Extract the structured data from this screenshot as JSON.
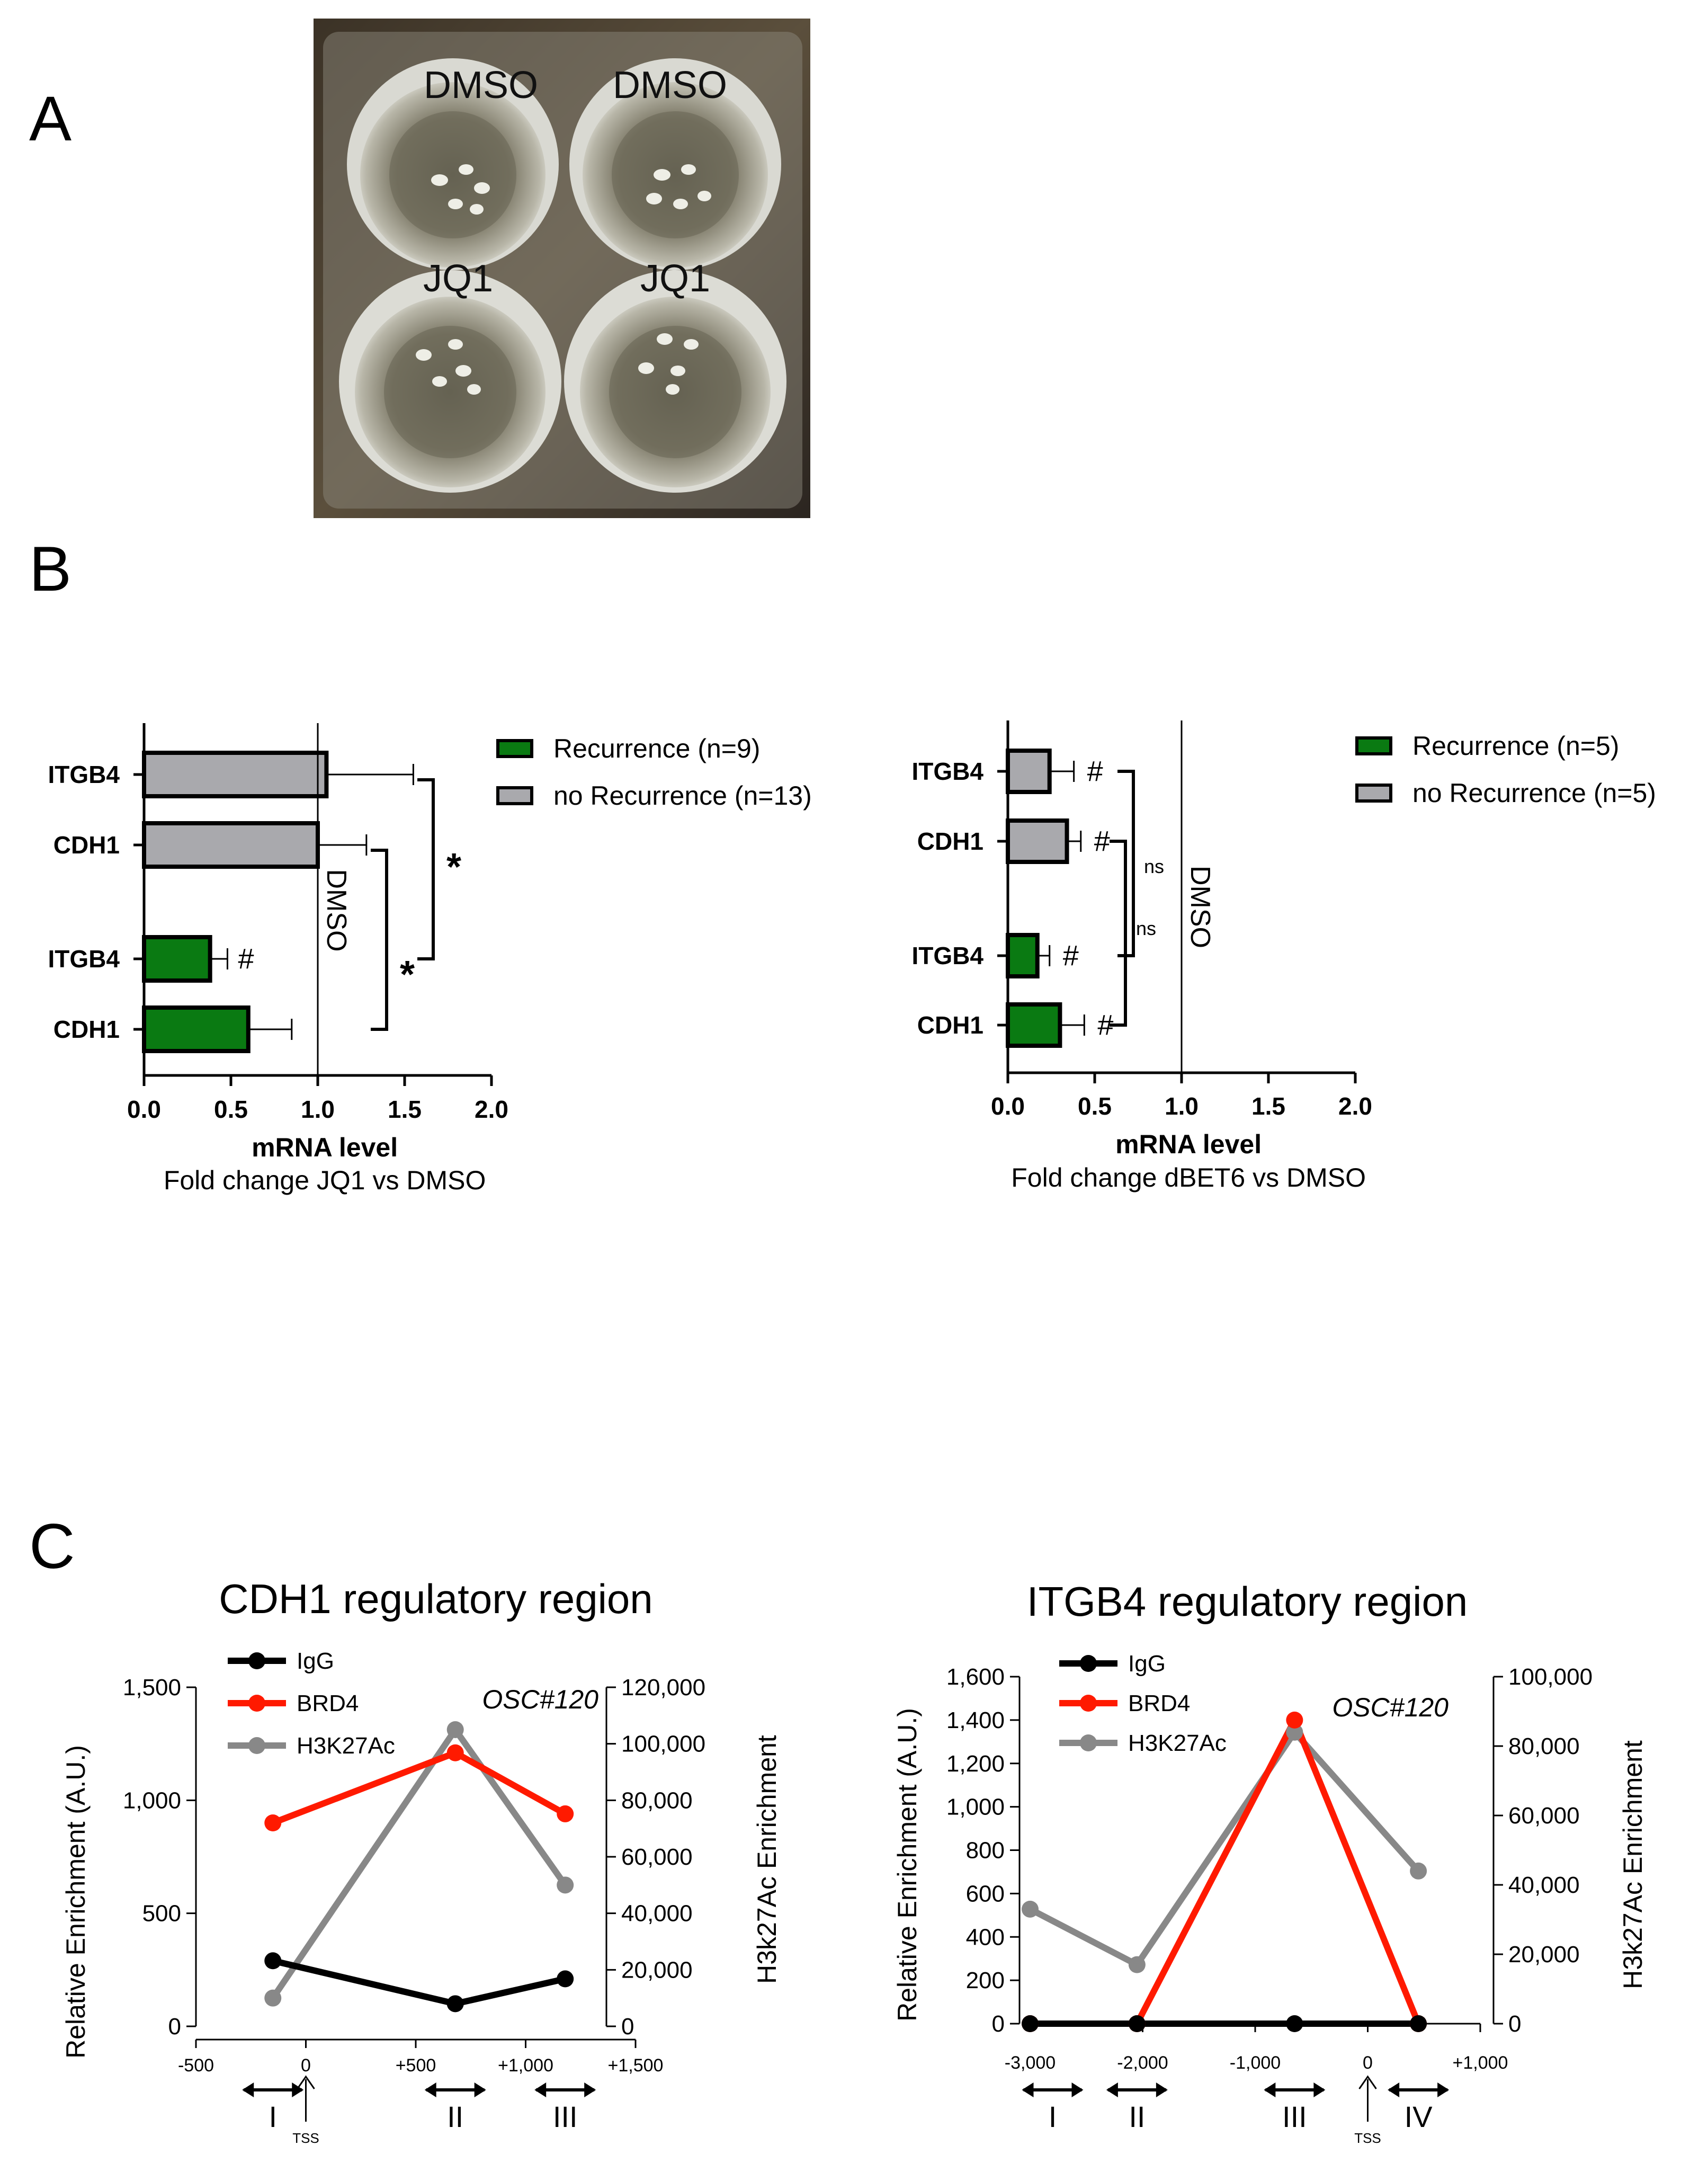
{
  "panels": {
    "a": {
      "label": "A"
    },
    "b": {
      "label": "B"
    },
    "c": {
      "label": "C"
    }
  },
  "photo": {
    "well_labels": [
      "DMSO",
      "DMSO",
      "JQ1",
      "JQ1"
    ]
  },
  "colors": {
    "green": "#0a7a12",
    "gray": "#a9a9ad",
    "black": "#000000",
    "red": "#ff1a00",
    "line_gray": "#888888"
  },
  "chart_data": [
    {
      "id": "b1",
      "type": "bar",
      "orientation": "horizontal",
      "categories": [
        "ITGB4",
        "CDH1",
        "ITGB4",
        "CDH1"
      ],
      "series": [
        {
          "name": "no Recurrence (n=13)",
          "rows": [
            0,
            1
          ],
          "values": [
            1.05,
            1.0
          ],
          "errors": [
            0.5,
            0.28
          ]
        },
        {
          "name": "Recurrence (n=9)",
          "rows": [
            2,
            3
          ],
          "values": [
            0.38,
            0.6
          ],
          "errors": [
            0.1,
            0.25
          ]
        }
      ],
      "xlim": [
        0,
        2.0
      ],
      "xticks": [
        "0.0",
        "0.5",
        "1.0",
        "1.5",
        "2.0"
      ],
      "xlabel": "mRNA level",
      "xlabel_sub": "Fold change JQ1 vs DMSO",
      "ref_line": {
        "x": 1.0,
        "label": "DMSO"
      },
      "markers": {
        "row_2": "#"
      },
      "significance": [
        {
          "rows": [
            0,
            2
          ],
          "label": "*"
        },
        {
          "rows": [
            1,
            3
          ],
          "label": "*"
        }
      ],
      "legend_position": "right"
    },
    {
      "id": "b2",
      "type": "bar",
      "orientation": "horizontal",
      "categories": [
        "ITGB4",
        "CDH1",
        "ITGB4",
        "CDH1"
      ],
      "series": [
        {
          "name": "no Recurrence (n=5)",
          "rows": [
            0,
            1
          ],
          "values": [
            0.24,
            0.34
          ],
          "errors": [
            0.14,
            0.08
          ]
        },
        {
          "name": "Recurrence (n=5)",
          "rows": [
            2,
            3
          ],
          "values": [
            0.17,
            0.3
          ],
          "errors": [
            0.07,
            0.14
          ]
        }
      ],
      "xlim": [
        0,
        2.0
      ],
      "xticks": [
        "0.0",
        "0.5",
        "1.0",
        "1.5",
        "2.0"
      ],
      "xlabel": "mRNA level",
      "xlabel_sub": "Fold change dBET6 vs DMSO",
      "ref_line": {
        "x": 1.0,
        "label": "DMSO"
      },
      "markers": {
        "row_0": "#",
        "row_1": "#",
        "row_2": "#",
        "row_3": "#"
      },
      "significance": [
        {
          "rows": [
            0,
            2
          ],
          "label": "ns"
        },
        {
          "rows": [
            1,
            3
          ],
          "label": "ns"
        }
      ],
      "legend_position": "right"
    },
    {
      "id": "c1",
      "type": "line",
      "title": "CDH1 regulatory region",
      "annotation": "OSC#120",
      "ylabel": "Relative Enrichment (A.U.)",
      "y2label": "H3k27Ac Enrichment",
      "xlim": [
        -500,
        1500
      ],
      "xticks": [
        "-500",
        "0",
        "+500",
        "+1,000",
        "+1,500"
      ],
      "ylim": [
        0,
        1500
      ],
      "yticks": [
        "0",
        "500",
        "1,000",
        "1,500"
      ],
      "y2lim": [
        0,
        120000
      ],
      "y2ticks": [
        "0",
        "20,000",
        "40,000",
        "60,000",
        "80,000",
        "100,000",
        "120,000"
      ],
      "series": [
        {
          "name": "IgG",
          "axis": "left",
          "x": [
            -150,
            680,
            1180
          ],
          "y": [
            290,
            100,
            210
          ]
        },
        {
          "name": "BRD4",
          "axis": "left",
          "x": [
            -150,
            680,
            1180
          ],
          "y": [
            900,
            1210,
            940
          ]
        },
        {
          "name": "H3K27Ac",
          "axis": "right",
          "x": [
            -150,
            680,
            1180
          ],
          "y": [
            10000,
            105000,
            50000
          ]
        }
      ],
      "regions": [
        {
          "label": "I",
          "x": -150
        },
        {
          "label": "II",
          "x": 680
        },
        {
          "label": "III",
          "x": 1180
        }
      ],
      "tss": {
        "label": "TSS",
        "x": 0
      },
      "legend_position": "top-left"
    },
    {
      "id": "c2",
      "type": "line",
      "title": "ITGB4 regulatory region",
      "annotation": "OSC#120",
      "ylabel": "Relative  Enrichment (A.U.)",
      "y2label": "H3k27Ac Enrichment",
      "xlim": [
        -3000,
        1000
      ],
      "xticks": [
        "-3,000",
        "-2,000",
        "-1,000",
        "0",
        "+1,000"
      ],
      "ylim": [
        0,
        1600
      ],
      "yticks": [
        "0",
        "200",
        "400",
        "600",
        "800",
        "1,000",
        "1,200",
        "1,400",
        "1,600"
      ],
      "y2lim": [
        0,
        100000
      ],
      "y2ticks": [
        "0",
        "20,000",
        "40,000",
        "60,000",
        "80,000",
        "100,000"
      ],
      "series": [
        {
          "name": "IgG",
          "axis": "left",
          "x": [
            -3000,
            -2050,
            -650,
            450
          ],
          "y": [
            0,
            0,
            0,
            0
          ]
        },
        {
          "name": "BRD4",
          "axis": "left",
          "x": [
            -3000,
            -2050,
            -650,
            450
          ],
          "y": [
            0,
            0,
            1400,
            0
          ]
        },
        {
          "name": "H3K27Ac",
          "axis": "right",
          "x": [
            -3000,
            -2050,
            -650,
            450
          ],
          "y": [
            33000,
            17000,
            84000,
            44000
          ]
        }
      ],
      "regions": [
        {
          "label": "I",
          "x": -2800
        },
        {
          "label": "II",
          "x": -2050
        },
        {
          "label": "III",
          "x": -650
        },
        {
          "label": "IV",
          "x": 450
        }
      ],
      "tss": {
        "label": "TSS",
        "x": 0
      },
      "legend_position": "top-left"
    }
  ]
}
